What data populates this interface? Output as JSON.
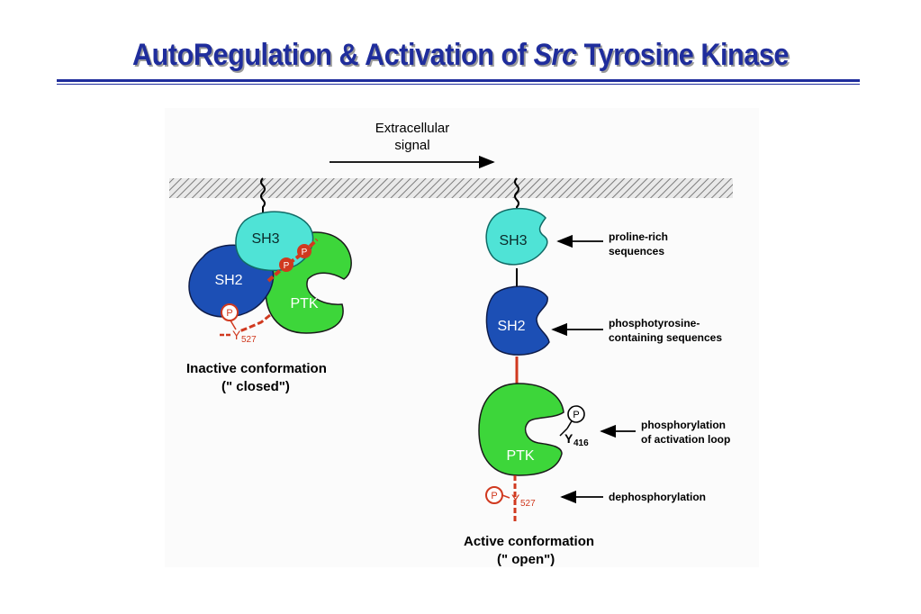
{
  "slide": {
    "title_part1": "AutoRegulation & Activation of ",
    "title_italic": "Src",
    "title_part2": " Tyrosine Kinase"
  },
  "diagram": {
    "signal_line1": "Extracellular",
    "signal_line2": "signal",
    "inactive": {
      "sh3": "SH3",
      "sh2": "SH2",
      "ptk": "PTK",
      "p_ptk1": "P",
      "p_ptk2": "P",
      "phospho": "P",
      "tyr": "Y",
      "tyr_sub": "527",
      "caption_line1": "Inactive conformation",
      "caption_line2": "(\" closed\")"
    },
    "active": {
      "sh3": "SH3",
      "sh2": "SH2",
      "ptk": "PTK",
      "phospho_416": "P",
      "tyr_416": "Y",
      "tyr_416_sub": "416",
      "phospho_527": "P",
      "tyr_527": "Y",
      "tyr_527_sub": "527",
      "caption_line1": "Active conformation",
      "caption_line2": "(\" open\")"
    },
    "annotations": [
      {
        "line1": "proline-rich",
        "line2": "sequences"
      },
      {
        "line1": "phosphotyrosine-",
        "line2": "containing sequences"
      },
      {
        "line1": "phosphorylation",
        "line2": "of activation loop"
      },
      {
        "line1": "dephosphorylation",
        "line2": ""
      }
    ]
  },
  "colors": {
    "title": "#1f2d9c",
    "sh3": "#4fe3d6",
    "sh2": "#1c4fb5",
    "ptk": "#3dd63a",
    "phospho": "#e2452a",
    "membrane": "#777777"
  }
}
